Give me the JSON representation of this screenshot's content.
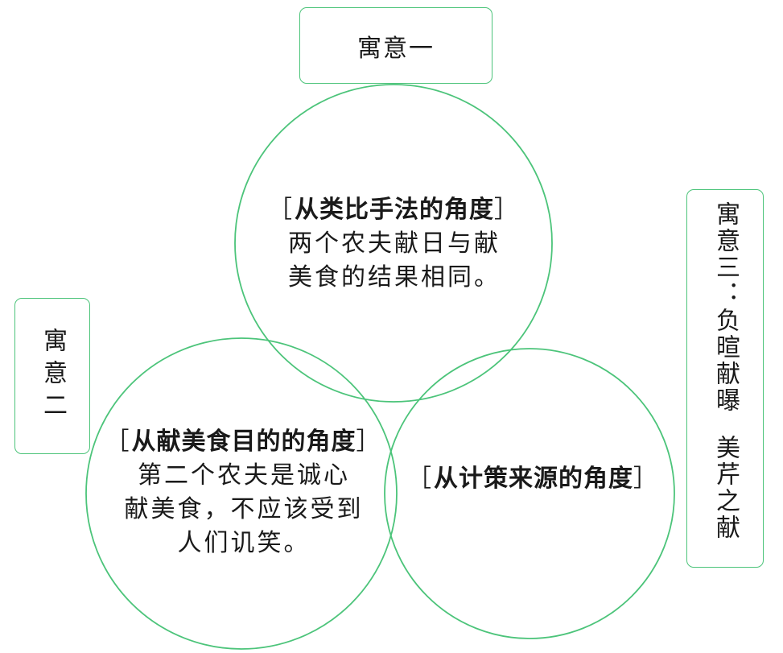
{
  "meanings": {
    "one": "寓意一",
    "two": "寓意二",
    "three_label": "寓意三",
    "three_sep": "：",
    "three_part1": "负暄献曝",
    "three_part2": "美芹之献"
  },
  "circles": {
    "top": {
      "bracket_open": "［",
      "heading": "从类比手法的角度",
      "bracket_close": "］",
      "line1": "两个农夫献日与献",
      "line2": "美食的结果相同。"
    },
    "left": {
      "bracket_open": "［",
      "heading": "从献美食目的的角度",
      "bracket_close": "］",
      "line1": "第二个农夫是诚心",
      "line2": "献美食，不应该受到",
      "line3": "人们讥笑。"
    },
    "right": {
      "bracket_open": "［",
      "heading": "从计策来源的角度",
      "bracket_close": "］"
    }
  },
  "colors": {
    "outline": "#4cc47a",
    "text": "#1a1a1a"
  }
}
